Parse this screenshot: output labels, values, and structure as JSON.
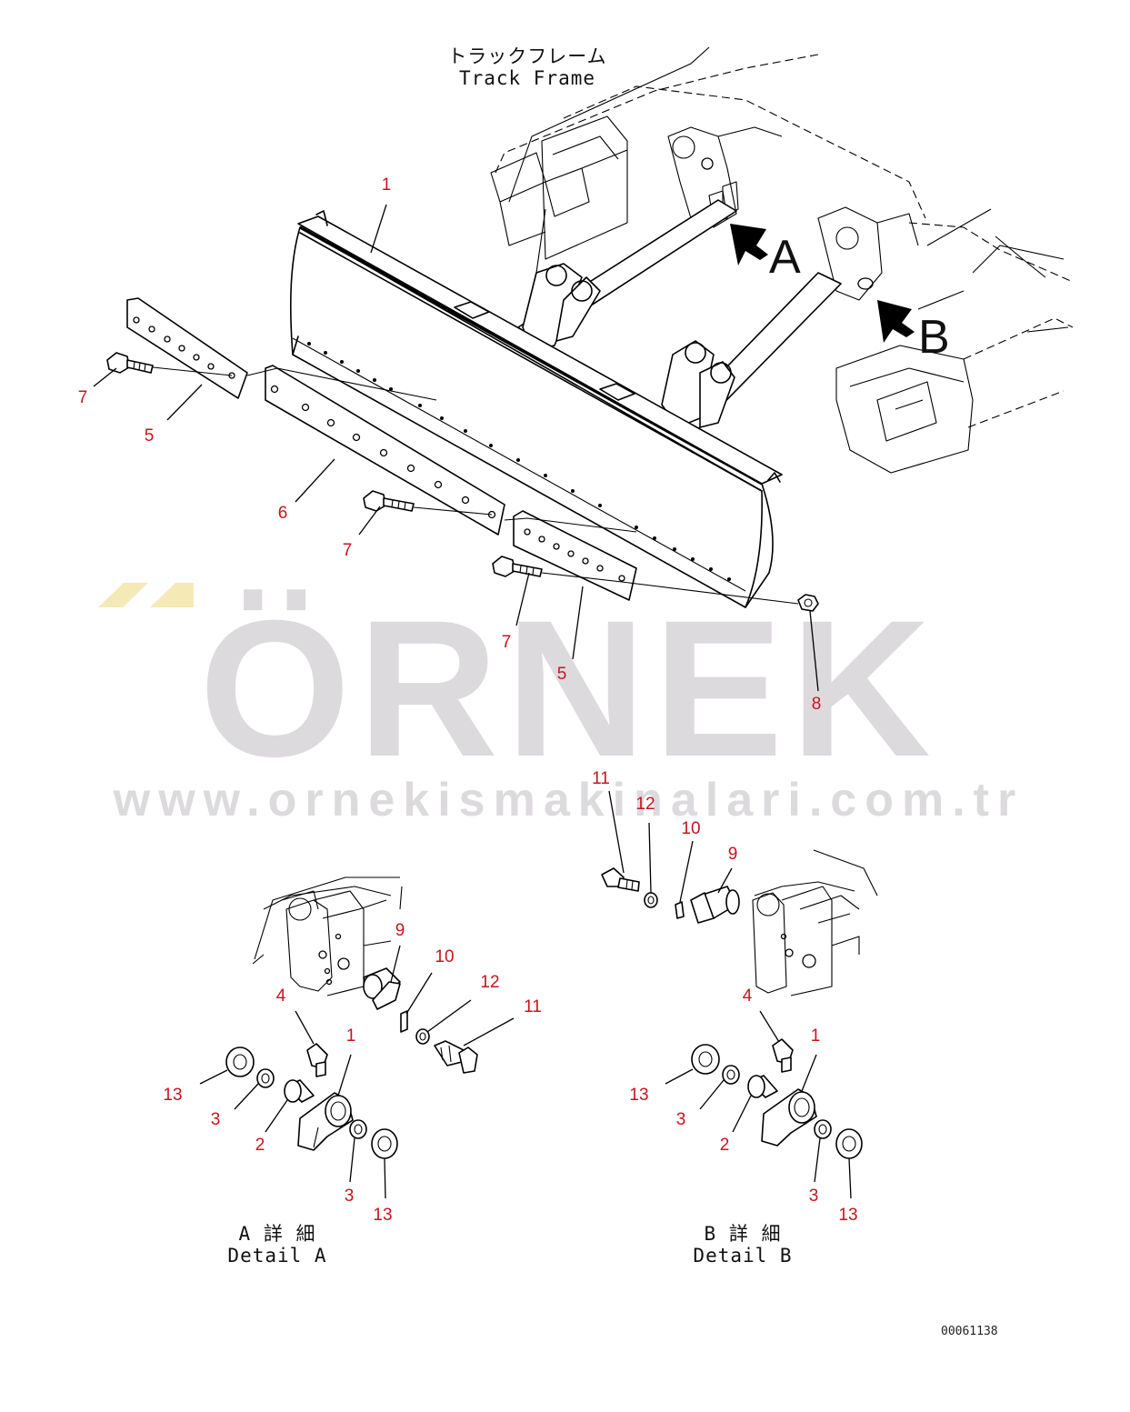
{
  "header": {
    "title_jp": "トラックフレーム",
    "title_en": "Track Frame"
  },
  "views": {
    "arrow_a_label": "A",
    "arrow_b_label": "B"
  },
  "detail_a": {
    "caption_jp": "A 詳 細",
    "caption_en": "Detail A"
  },
  "detail_b": {
    "caption_jp": "B 詳 細",
    "caption_en": "Detail B"
  },
  "watermark": {
    "brand": "ÖRNEK",
    "url": "www.ornekismakinalari.com.tr",
    "color": "#dcdadd",
    "accent_color": "#f2e6a8"
  },
  "callout_color": "#c8141e",
  "callouts": [
    {
      "id": "main-1",
      "label": "1"
    },
    {
      "id": "main-5a",
      "label": "5"
    },
    {
      "id": "main-7a",
      "label": "7"
    },
    {
      "id": "main-6",
      "label": "6"
    },
    {
      "id": "main-7b",
      "label": "7"
    },
    {
      "id": "main-7c",
      "label": "7"
    },
    {
      "id": "main-5b",
      "label": "5"
    },
    {
      "id": "main-8",
      "label": "8"
    },
    {
      "id": "da-9",
      "label": "9"
    },
    {
      "id": "da-10",
      "label": "10"
    },
    {
      "id": "da-12",
      "label": "12"
    },
    {
      "id": "da-11",
      "label": "11"
    },
    {
      "id": "da-4",
      "label": "4"
    },
    {
      "id": "da-1",
      "label": "1"
    },
    {
      "id": "da-13a",
      "label": "13"
    },
    {
      "id": "da-3a",
      "label": "3"
    },
    {
      "id": "da-2",
      "label": "2"
    },
    {
      "id": "da-3b",
      "label": "3"
    },
    {
      "id": "da-13b",
      "label": "13"
    },
    {
      "id": "db-11",
      "label": "11"
    },
    {
      "id": "db-12",
      "label": "12"
    },
    {
      "id": "db-10",
      "label": "10"
    },
    {
      "id": "db-9",
      "label": "9"
    },
    {
      "id": "db-4",
      "label": "4"
    },
    {
      "id": "db-1",
      "label": "1"
    },
    {
      "id": "db-13a",
      "label": "13"
    },
    {
      "id": "db-3a",
      "label": "3"
    },
    {
      "id": "db-2",
      "label": "2"
    },
    {
      "id": "db-3b",
      "label": "3"
    },
    {
      "id": "db-13b",
      "label": "13"
    }
  ],
  "footer": {
    "document_number": "00061138"
  }
}
